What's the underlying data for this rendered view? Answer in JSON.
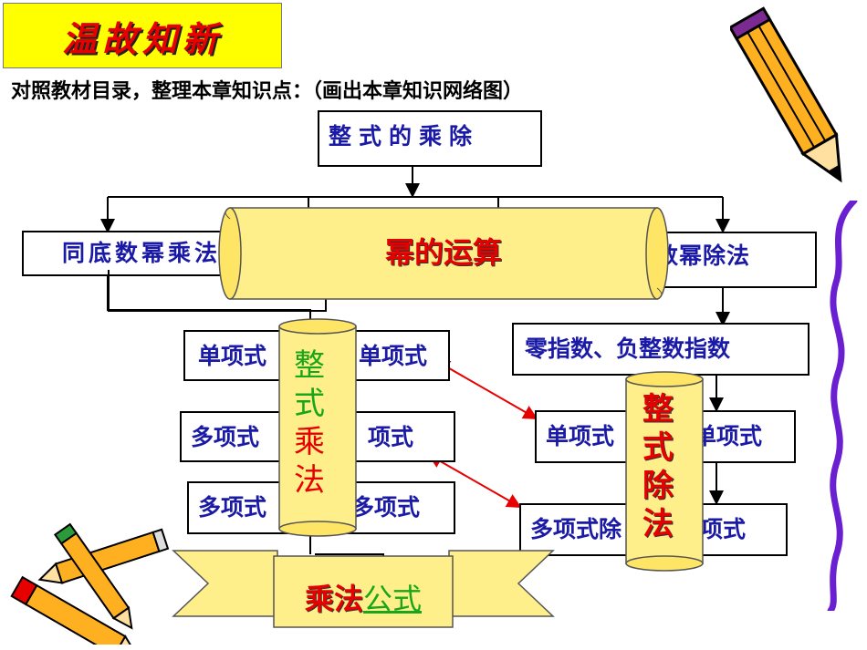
{
  "title": "温故知新",
  "subtitle": "对照教材目录，整理本章知识点：（画出本章知识网络图）",
  "root": "整式的乘除",
  "left_box": "同底数幂乘法",
  "right_box": "同底数幂除法",
  "scroll_top": "幂的运算",
  "mult": {
    "row1_a": "单项式",
    "row1_b": "单项式",
    "row2_a": "多项式",
    "row2_b": "项式",
    "row3_a": "多项式",
    "row3_b": "多项式"
  },
  "div": {
    "row0": "零指数、负整数指数",
    "row1_a": "单项式",
    "row1_b": "单项式",
    "row2_a": "多项式除",
    "row2_b": "项式"
  },
  "scroll_mult": [
    "整",
    "式",
    "乘",
    "法"
  ],
  "scroll_div": [
    "整",
    "式",
    "除",
    "法"
  ],
  "banner": {
    "part1": "乘法",
    "part2": "公式"
  },
  "colors": {
    "blue_text": "#1a1aa6",
    "red": "#e60000",
    "green": "#1aa61a",
    "scroll": "#ffef8a"
  }
}
